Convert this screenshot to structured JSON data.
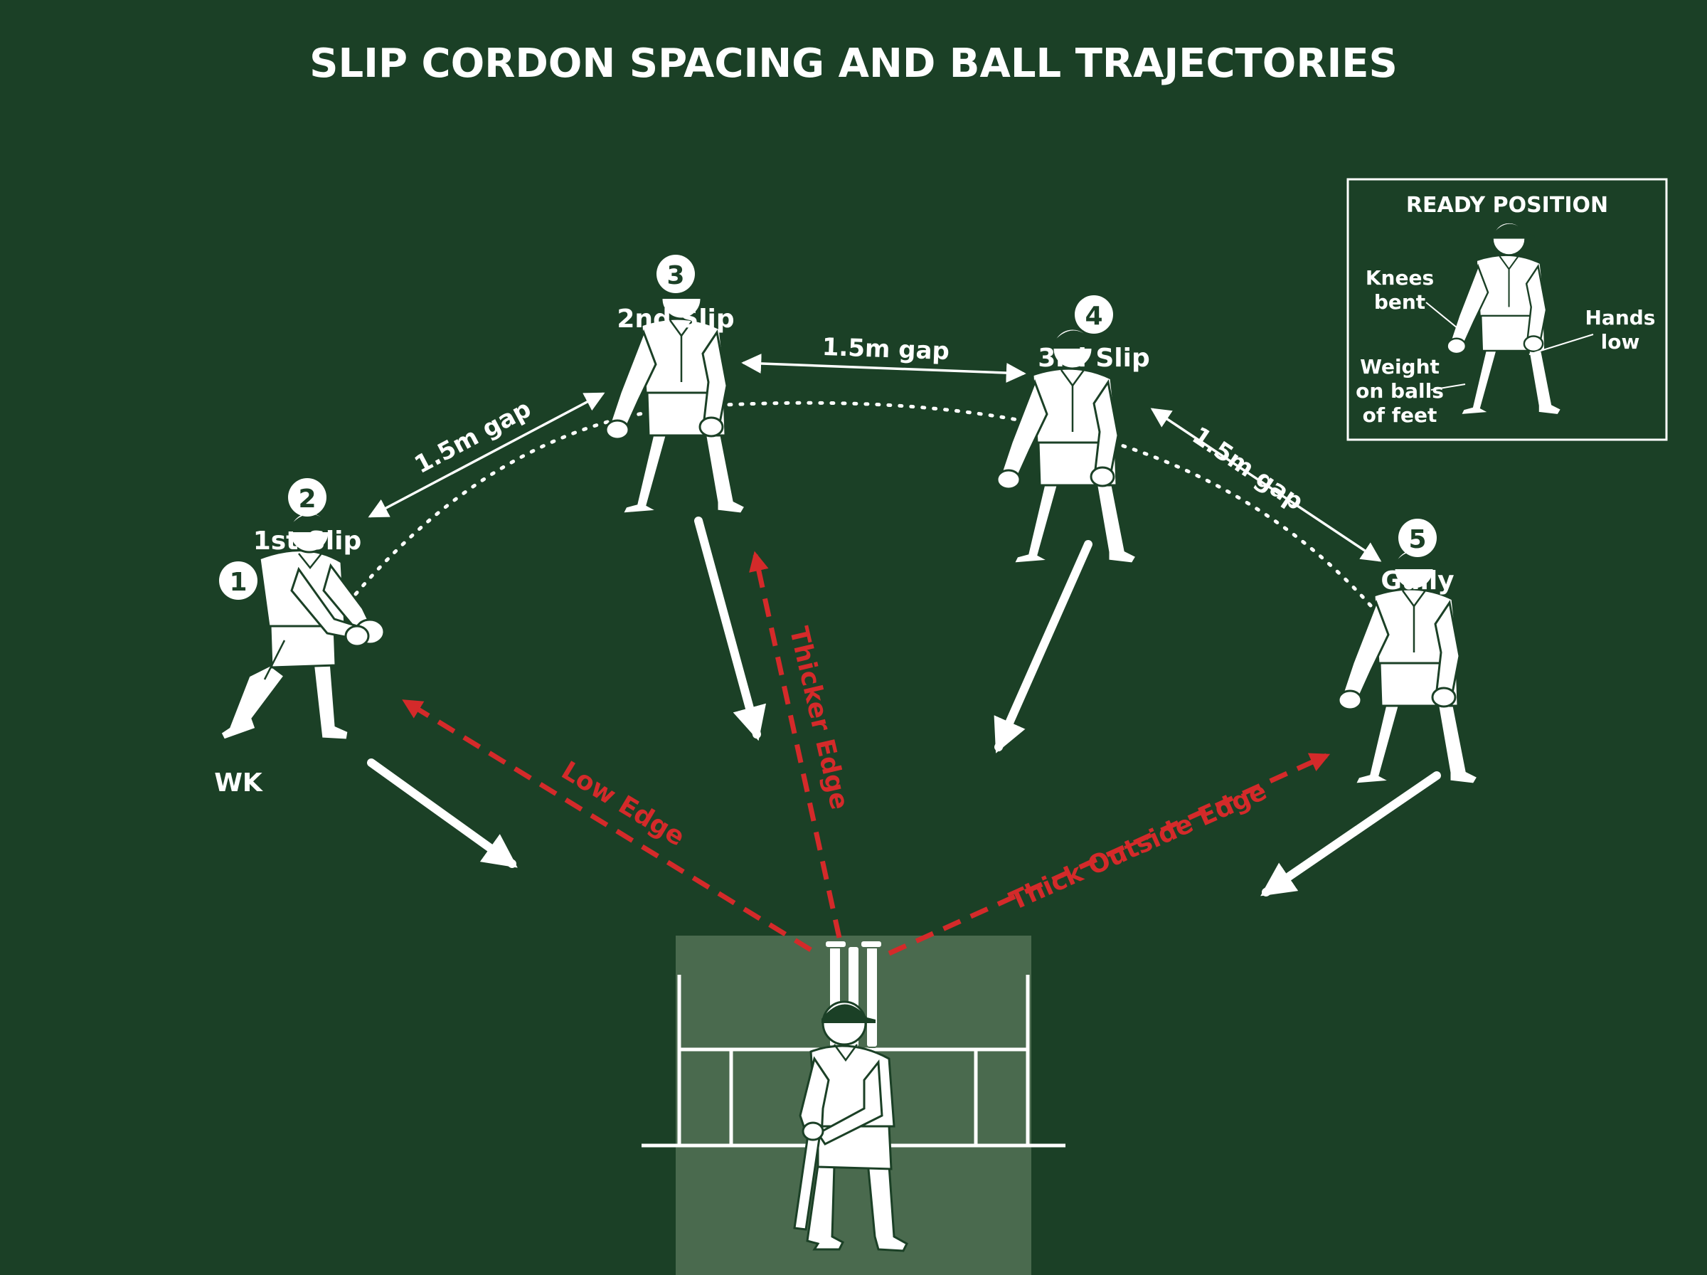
{
  "title": "SLIP CORDON SPACING AND BALL TRAJECTORIES",
  "colors": {
    "background": "#1b4026",
    "pitch": "#4a6a4e",
    "white": "#ffffff",
    "edge_red": "#d42a2a"
  },
  "fielders": [
    {
      "number": "1",
      "label": "WK"
    },
    {
      "number": "2",
      "label": "1st Slip"
    },
    {
      "number": "3",
      "label": "2nd Slip"
    },
    {
      "number": "4",
      "label": "3rd Slip"
    },
    {
      "number": "5",
      "label": "Gully"
    }
  ],
  "gaps": [
    "1.5m gap",
    "1.5m gap",
    "1.5m gap"
  ],
  "edges": {
    "low": "Low Edge",
    "thicker": "Thicker Edge",
    "thick_outside": "Thick Outside Edge"
  },
  "inset": {
    "title": "READY POSITION",
    "knees_line1": "Knees",
    "knees_line2": "bent",
    "hands_line1": "Hands",
    "hands_line2": "low",
    "weight_line1": "Weight",
    "weight_line2": "on balls",
    "weight_line3": "of feet"
  }
}
